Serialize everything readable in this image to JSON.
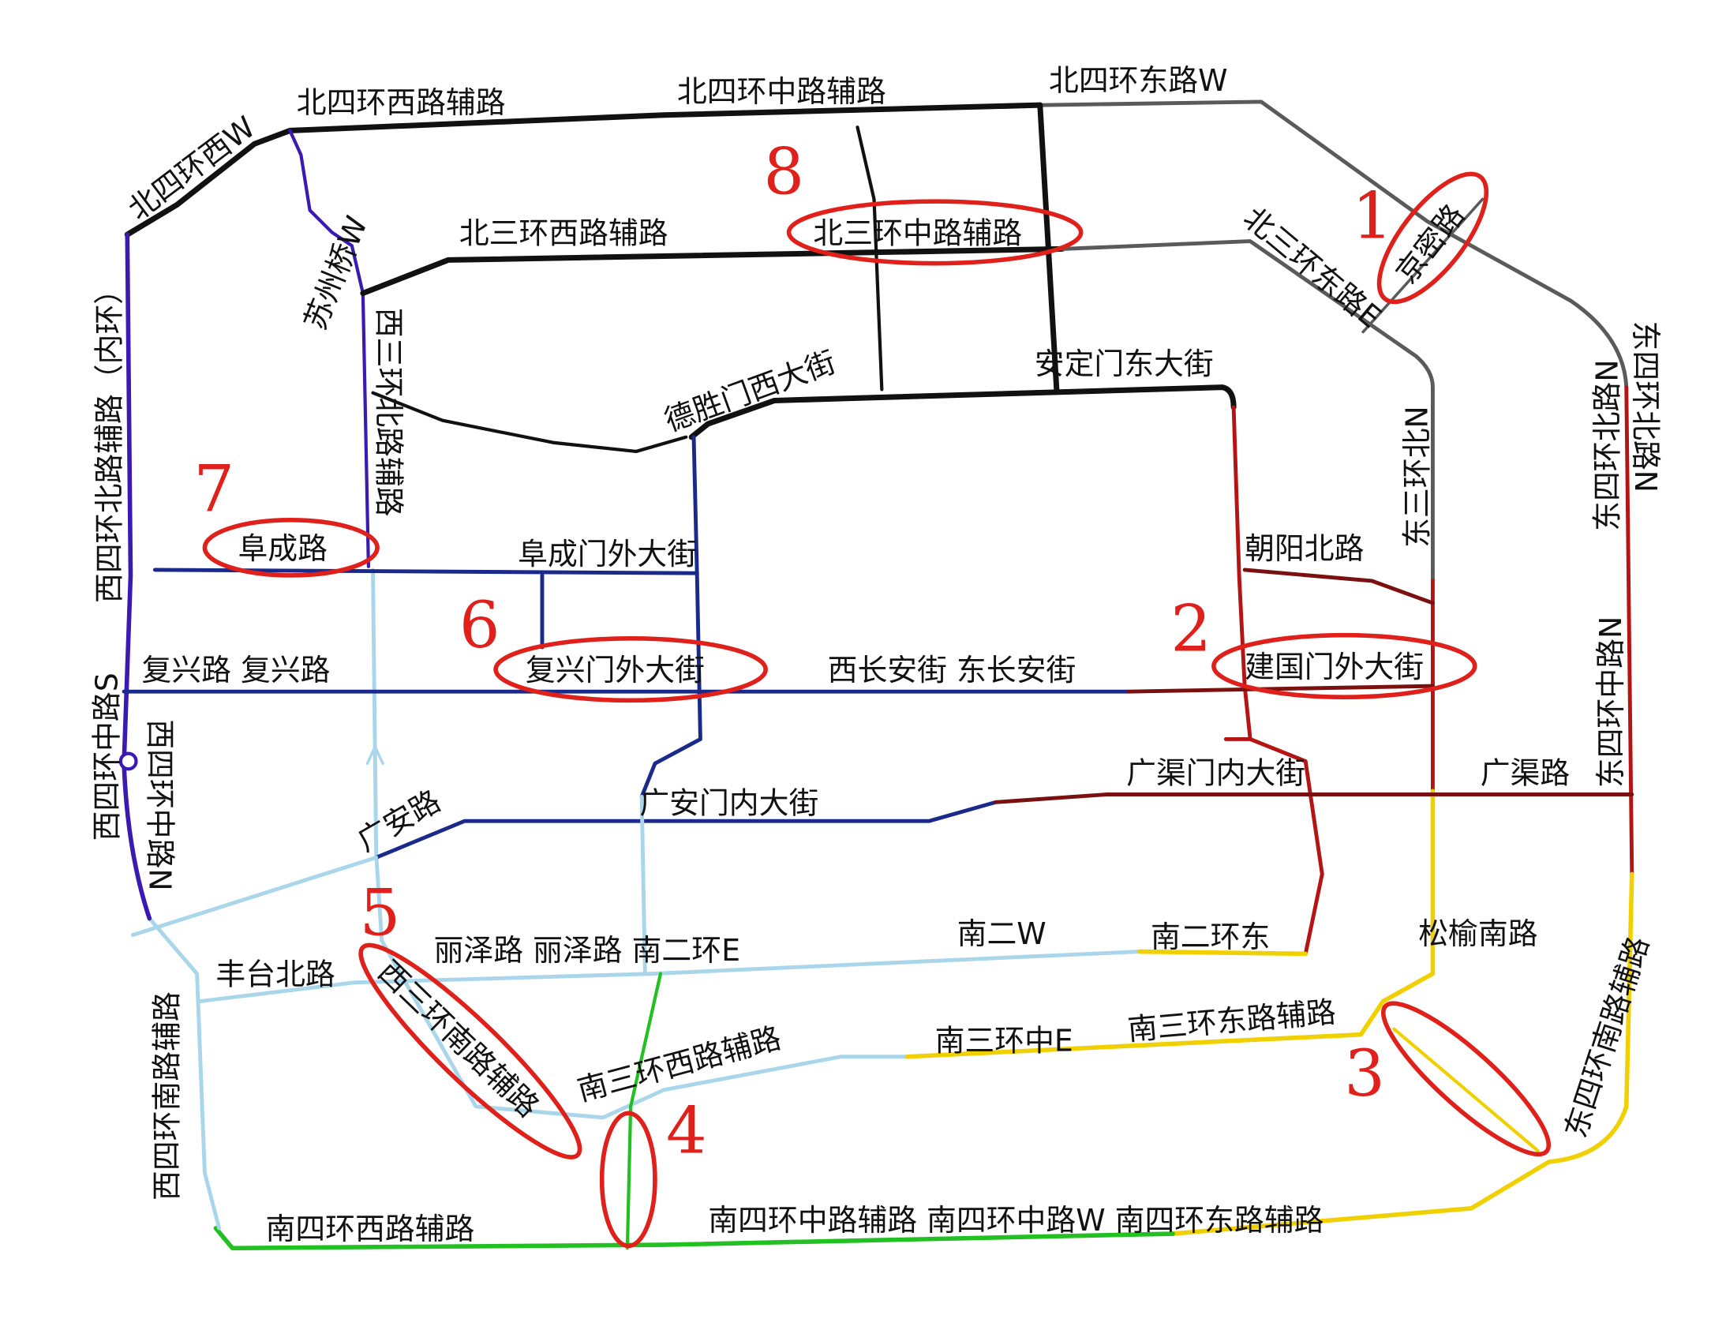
{
  "map": {
    "colors": {
      "black": "#111111",
      "gray": "#5a5a5a",
      "purple": "#3a1ab0",
      "navy": "#1a2a8a",
      "light_blue": "#a9d6ea",
      "red": "#b51414",
      "yellow": "#f0d000",
      "green": "#22c022",
      "marker": "#e0201a"
    },
    "markers": [
      "1",
      "2",
      "3",
      "4",
      "5",
      "6",
      "7",
      "8"
    ],
    "labels": {
      "bsh_xi_w": "北四环西W",
      "bsh_xi_fu": "北四环西路辅路",
      "bsh_zhong_fu": "北四环中路辅路",
      "bsh_dong_w": "北四环东路W",
      "bsan_xi_fu": "北三环西路辅路",
      "bsan_zhong_fu": "北三环中路辅路",
      "bsan_dong_e": "北三环东路E",
      "jingmi": "京密路",
      "suzhouqiao": "苏州桥W",
      "xisan_bei_fu": "西三环北路辅路",
      "deshengmen": "德胜门西大街",
      "andingmen": "安定门东大街",
      "dongsan_bei": "东三环北N",
      "dongsi_bei_1": "东四环北路N",
      "dongsi_bei_2": "东四环北路N",
      "xisi_bei_fu": "西四环北路辅路（内环）",
      "fucheng": "阜成路",
      "fuchengmen": "阜成门外大街",
      "chaoyang_bei": "朝阳北路",
      "fuxing": "复兴路  复兴路",
      "fuxingmen": "复兴门外大街",
      "changan": "西长安街 东长安街",
      "jianguomen": "建国门外大街",
      "dongsi_zhong": "东四环中路N",
      "xisi_zhong_s": "西四环中路S",
      "xisi_zhong_n": "西四环中路N",
      "guangan": "广安路",
      "guanganmen": "广安门内大街",
      "guangqumen": "广渠门内大街",
      "guangqu": "广渠路",
      "naner_w": "南二W",
      "naner_dong": "南二环东",
      "songyu": "松榆南路",
      "lize": "丽泽路 丽泽路 南二环E",
      "fengtai": "丰台北路",
      "xisan_nan_fu": "西三环南路辅路",
      "nansan_xi_fu": "南三环西路辅路",
      "nansan_zhong_e": "南三环中E",
      "nansan_dong_fu": "南三环东路辅路",
      "dongsi_nan_fu": "东四环南路辅路",
      "xisi_nan_fu": "西四环南路辅路",
      "nansi_xi_fu": "南四环西路辅路",
      "nansi_south": "南四环中路辅路 南四环中路W 南四环东路辅路"
    }
  }
}
